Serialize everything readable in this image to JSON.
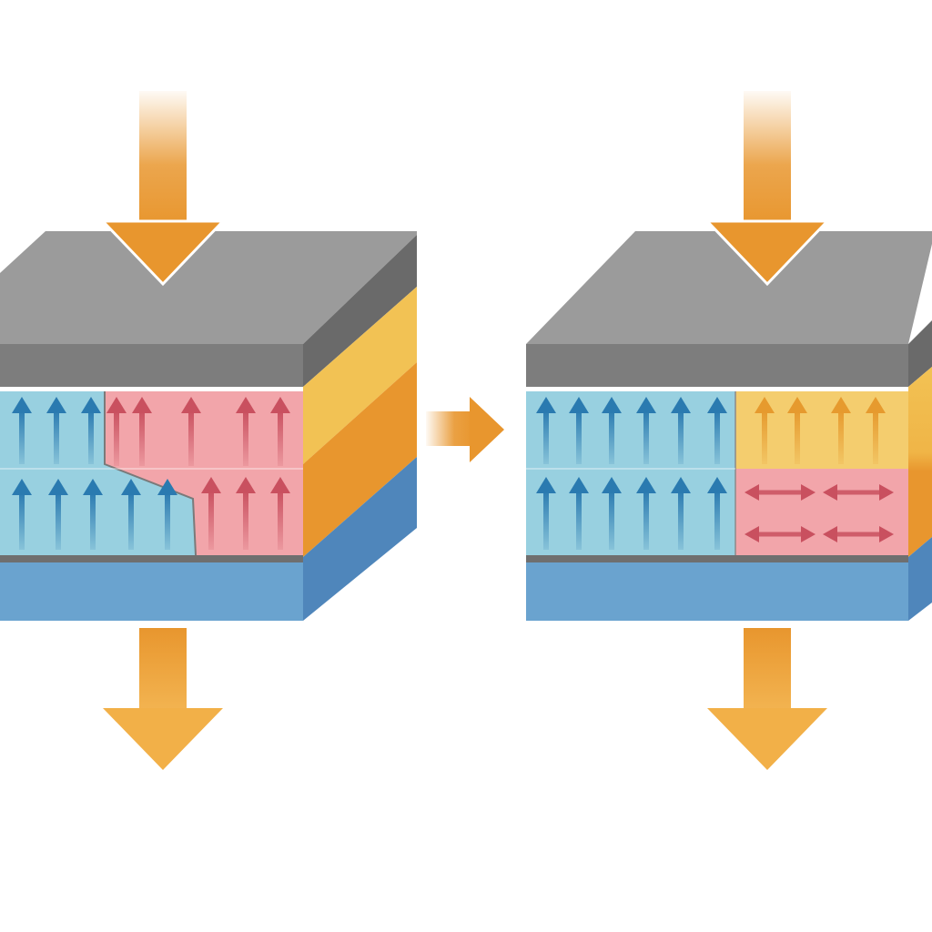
{
  "colors": {
    "background": "#ffffff",
    "top_face": "#9b9b9b",
    "top_front": "#7d7d7d",
    "top_side": "#6a6a6a",
    "side_yellow": "#f2c254",
    "side_orange": "#e8962e",
    "bottom_front": "#6aa3cf",
    "bottom_side": "#4f86bb",
    "separator": "#6f6f6f",
    "domain_blue": "#98d0e0",
    "domain_red": "#f2a5aa",
    "domain_yellow": "#f4cd6e",
    "arrow_blue": "#2a7ab0",
    "arrow_red": "#c9505f",
    "arrow_orange": "#e69a2e",
    "process_arrow": "#e8962e"
  },
  "panels": [
    {
      "name": "before",
      "domain_layout": "blue-left-red-right-stepped-boundary",
      "domains": [
        {
          "color": "blue",
          "polarization": "up"
        },
        {
          "color": "red",
          "polarization": "up"
        }
      ],
      "load_arrows": [
        "down-into-top",
        "down-out-of-bottom"
      ]
    },
    {
      "name": "after",
      "domain_layout": "blue-left-split-right",
      "domains": [
        {
          "color": "blue",
          "polarization": "up"
        },
        {
          "color": "yellow",
          "polarization": "up"
        },
        {
          "color": "red",
          "polarization": "in-plane-bidirectional"
        }
      ],
      "load_arrows": [
        "down-into-top",
        "down-out-of-bottom"
      ]
    }
  ],
  "transition_arrow": {
    "direction": "right"
  },
  "icons": [
    "down-arrow-icon",
    "right-arrow-icon",
    "up-arrow-icon",
    "double-headed-arrow-icon"
  ]
}
